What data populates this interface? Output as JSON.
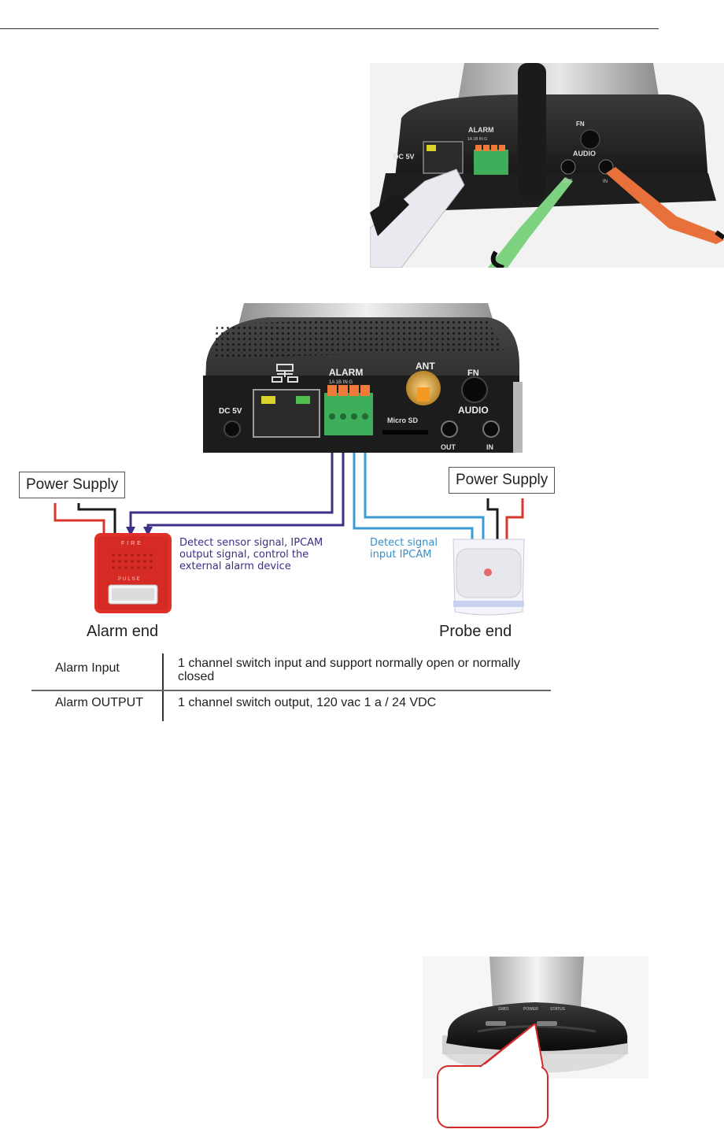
{
  "photo_back": {
    "dc_label": "DC 5V",
    "alarm_label": "ALARM",
    "alarm_pins": "1A 1B IN G",
    "fn_label": "FN",
    "audio_label": "AUDIO",
    "out_label": "OUT",
    "in_label": "IN"
  },
  "diagram": {
    "dc_label": "DC 5V",
    "alarm_label": "ALARM",
    "alarm_pins": "1A 1B IN G",
    "ant_label": "ANT",
    "fn_label": "FN",
    "audio_label": "AUDIO",
    "microsd_label": "Micro SD",
    "out_label": "OUT",
    "in_label": "IN",
    "power_supply_left": "Power Supply",
    "power_supply_right": "Power Supply",
    "note_output": [
      "Detect sensor signal, IPCAM",
      "output signal, control the",
      "external alarm device"
    ],
    "note_input": [
      "Detect signal",
      "input IPCAM"
    ],
    "alarm_end": "Alarm end",
    "probe_end": "Probe end",
    "siren_top_text": "FIRE",
    "siren_bottom_text": "PULSE"
  },
  "spec_table": {
    "rows": [
      {
        "label": "Alarm Input",
        "value": "1 channel switch input and support normally open or normally closed"
      },
      {
        "label": "Alarm OUTPUT",
        "value": "1 channel switch output, 120 vac 1 a / 24 VDC"
      }
    ]
  },
  "photo_base": {
    "led_labels": [
      "SW01",
      "POWER",
      "STATUS"
    ]
  },
  "colors": {
    "red_wire": "#d9362b",
    "black_wire": "#1a1a1a",
    "purple_wire": "#3b2f86",
    "blue_wire": "#3a9bd6",
    "terminal_green": "#3fae5a",
    "terminal_orange": "#f07a3a",
    "callout_red": "#d42a2a"
  }
}
